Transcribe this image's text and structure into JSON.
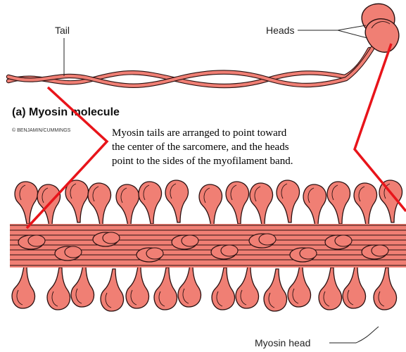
{
  "labels": {
    "tail": "Tail",
    "heads": "Heads",
    "part_title": "(a) Myosin molecule",
    "copyright": "© BENJAMIN/CUMMINGS",
    "myosin_head": "Myosin head"
  },
  "caption": {
    "line1": "Myosin tails are arranged to point toward",
    "line2": "the center of the sarcomere, and the heads",
    "line3": "point to the sides of the myofilament band."
  },
  "colors": {
    "myosin_fill": "#f07f74",
    "outline": "#2a1010",
    "pointer_line": "#e8141a"
  }
}
